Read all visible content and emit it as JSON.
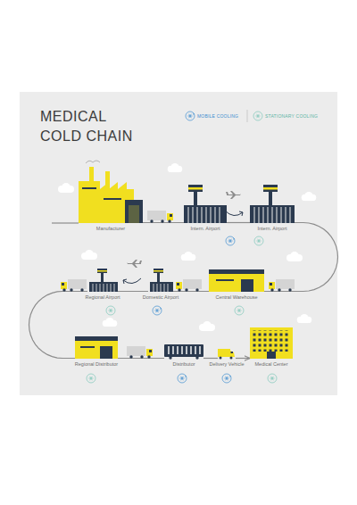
{
  "diagram": {
    "title": "MEDICAL COLD CHAIN",
    "nodes": [
      {
        "text": [
          "Manufacturer"
        ]
      },
      {
        "text": [
          "Intern. Airport"
        ]
      },
      {
        "text": [
          "Intern. Airport"
        ]
      },
      {
        "text": [
          "Regional Airport"
        ]
      },
      {
        "text": [
          "Domestic Airport"
        ]
      },
      {
        "text": [
          "Central Warehouse"
        ]
      },
      {
        "text": [
          "Regional Distributor"
        ]
      },
      {
        "text": [
          "Distributor"
        ]
      },
      {
        "text": [
          "Delivery Vehicle"
        ]
      },
      {
        "text": [
          "Medical Center"
        ]
      }
    ],
    "edges": [
      {
        "from": 0,
        "to": 1,
        "arrow": "none"
      },
      {
        "from": 1,
        "to": 2,
        "arrow": "none"
      },
      {
        "from": 2,
        "to": 5,
        "arrow": "none"
      },
      {
        "from": 5,
        "to": 4,
        "arrow": "none"
      },
      {
        "from": 4,
        "to": 3,
        "arrow": "none"
      },
      {
        "from": 3,
        "to": 6,
        "arrow": "none"
      },
      {
        "from": 6,
        "to": 7,
        "arrow": "none"
      },
      {
        "from": 7,
        "to": 8,
        "arrow": "none"
      },
      {
        "from": 8,
        "to": 9,
        "arrow": "to"
      }
    ],
    "legend": [
      {
        "text": "MOBILE COOLING"
      },
      {
        "text": "STATIONARY COOLING"
      }
    ]
  }
}
